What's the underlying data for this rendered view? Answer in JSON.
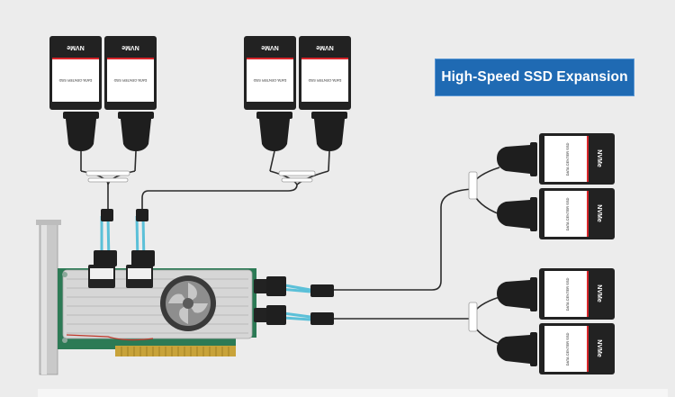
{
  "banner": {
    "title": "High-Speed SSD Expansion"
  },
  "ssd": {
    "brand": "NVMe",
    "label": "DATA CENTER SSD"
  },
  "colors": {
    "banner": "#1f6ab3",
    "ssd_body": "#222222",
    "ssd_label": "#ffffff",
    "ssd_stripe": "#d9262b",
    "cable": "#5bc0d8",
    "wire": "#2b2b2b",
    "pcb": "#2c7a55",
    "heatsink": "#d6d6d6",
    "fan": "#3a3a3a",
    "bracket": "#c9c9c9",
    "gold_contacts": "#c8a33a",
    "background": "#ececec"
  },
  "icons": {
    "ssd": "u2-ssd-drive",
    "connector": "sff-8639-connector",
    "card": "pcie-adapter-card",
    "fan": "cooling-fan"
  }
}
